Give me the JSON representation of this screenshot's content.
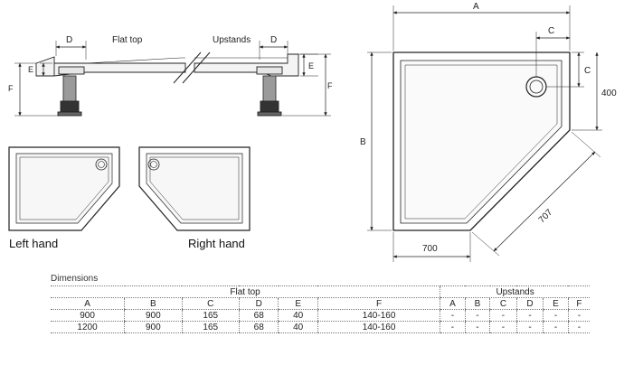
{
  "side_view": {
    "label_flat_top": "Flat top",
    "label_upstands": "Upstands",
    "dim_d_left": "D",
    "dim_d_right": "D",
    "dim_e_left": "E",
    "dim_e_right": "E",
    "dim_f_left": "F",
    "dim_f_right": "F"
  },
  "plan_view": {
    "dim_a": "A",
    "dim_b": "B",
    "dim_c_top": "C",
    "dim_c_right": "C",
    "dim_400": "400",
    "dim_700": "700",
    "dim_707": "707"
  },
  "variants": {
    "left_hand": "Left hand",
    "right_hand": "Right hand"
  },
  "table": {
    "title": "Dimensions",
    "group_flat_top": "Flat top",
    "group_upstands": "Upstands",
    "headers": [
      "A",
      "B",
      "C",
      "D",
      "E",
      "F",
      "A",
      "B",
      "C",
      "D",
      "E",
      "F"
    ],
    "rows": [
      [
        "900",
        "900",
        "165",
        "68",
        "40",
        "140-160",
        "-",
        "-",
        "-",
        "-",
        "-",
        "-"
      ],
      [
        "1200",
        "900",
        "165",
        "68",
        "40",
        "140-160",
        "-",
        "-",
        "-",
        "-",
        "-",
        "-"
      ]
    ]
  }
}
